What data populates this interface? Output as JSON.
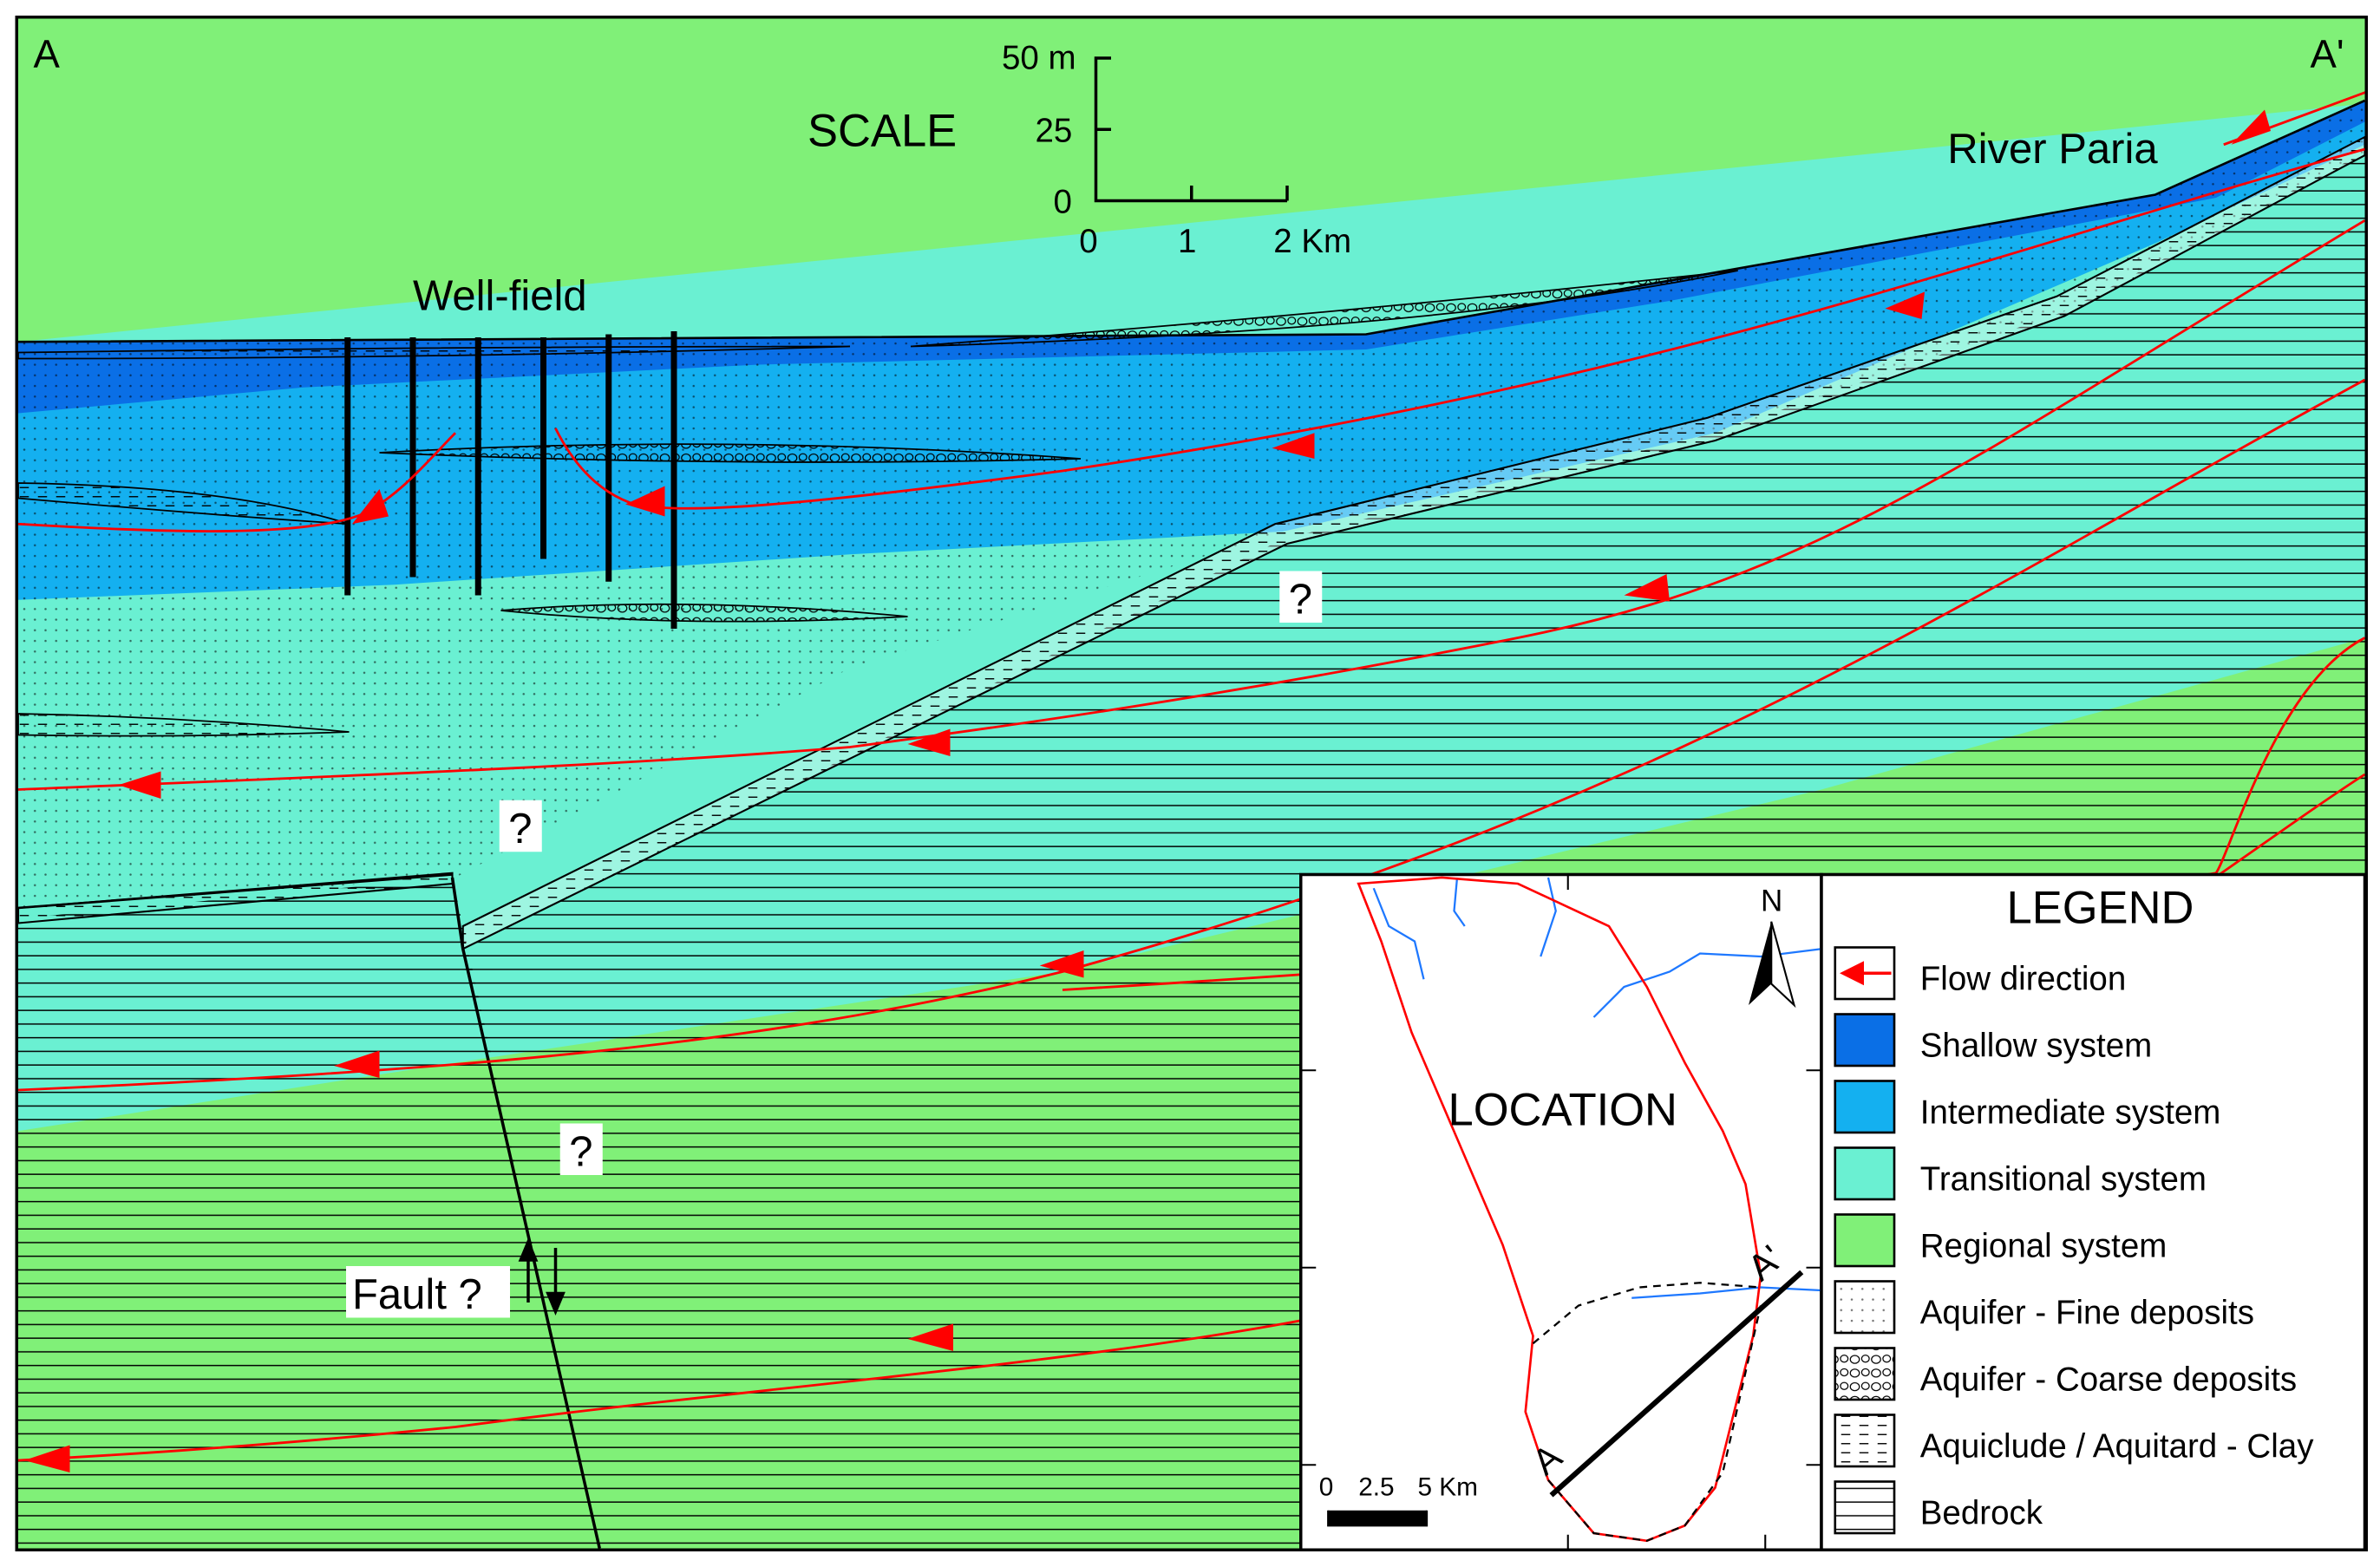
{
  "section": {
    "start_label": "A",
    "end_label": "A'",
    "well_field_label": "Well-field",
    "river_label": "River Paria",
    "fault_label": "Fault ?",
    "question_mark": "?"
  },
  "scale": {
    "title": "SCALE",
    "vertical_ticks": [
      "50 m",
      "25",
      "0"
    ],
    "horizontal_ticks": [
      "0",
      "1",
      "2 Km"
    ]
  },
  "location_map": {
    "title": "LOCATION",
    "north": "N",
    "section_start": "A",
    "section_end": "A'",
    "scale_ticks": [
      "0",
      "2.5",
      "5 Km"
    ]
  },
  "legend": {
    "title": "LEGEND",
    "items": [
      {
        "label": "Flow direction",
        "symbol": "flow-arrow"
      },
      {
        "label": "Shallow system",
        "color": "#0a6fe6"
      },
      {
        "label": "Intermediate system",
        "color": "#14b0f0"
      },
      {
        "label": "Transitional system",
        "color": "#6af0d2"
      },
      {
        "label": "Regional system",
        "color": "#80f078"
      },
      {
        "label": "Aquifer - Fine deposits",
        "symbol": "dots"
      },
      {
        "label": "Aquifer - Coarse deposits",
        "symbol": "gravel"
      },
      {
        "label": "Aquiclude / Aquitard - Clay",
        "symbol": "dashes"
      },
      {
        "label": "Bedrock",
        "symbol": "lines"
      }
    ]
  },
  "colors": {
    "shallow": "#0a6fe6",
    "intermediate": "#14b0f0",
    "transitional": "#6af0d2",
    "regional": "#80f078",
    "flow": "#ff0000",
    "river": "#1e78ff"
  }
}
